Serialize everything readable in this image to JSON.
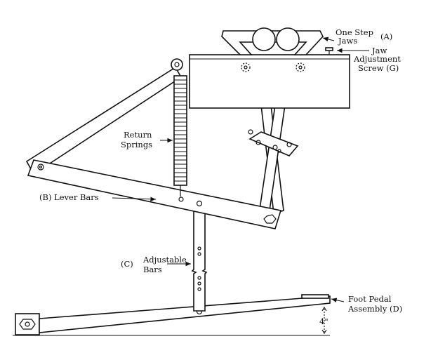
{
  "labels": {
    "one_step": "One Step",
    "jaws": "Jaws",
    "a": "(A)",
    "jaw": "Jaw",
    "adjustment": "Adjustment",
    "screw_g": "Screw (G)",
    "return": "Return",
    "springs": "Springs",
    "lever_bars": "(B) Lever Bars",
    "c": "(C)",
    "adjustable": "Adjustable",
    "bars": "Bars",
    "foot_pedal": "Foot Pedal",
    "assembly_d": "Assembly (D)",
    "height": "4\""
  },
  "colors": {
    "ink": "#111111",
    "paper": "#ffffff"
  }
}
